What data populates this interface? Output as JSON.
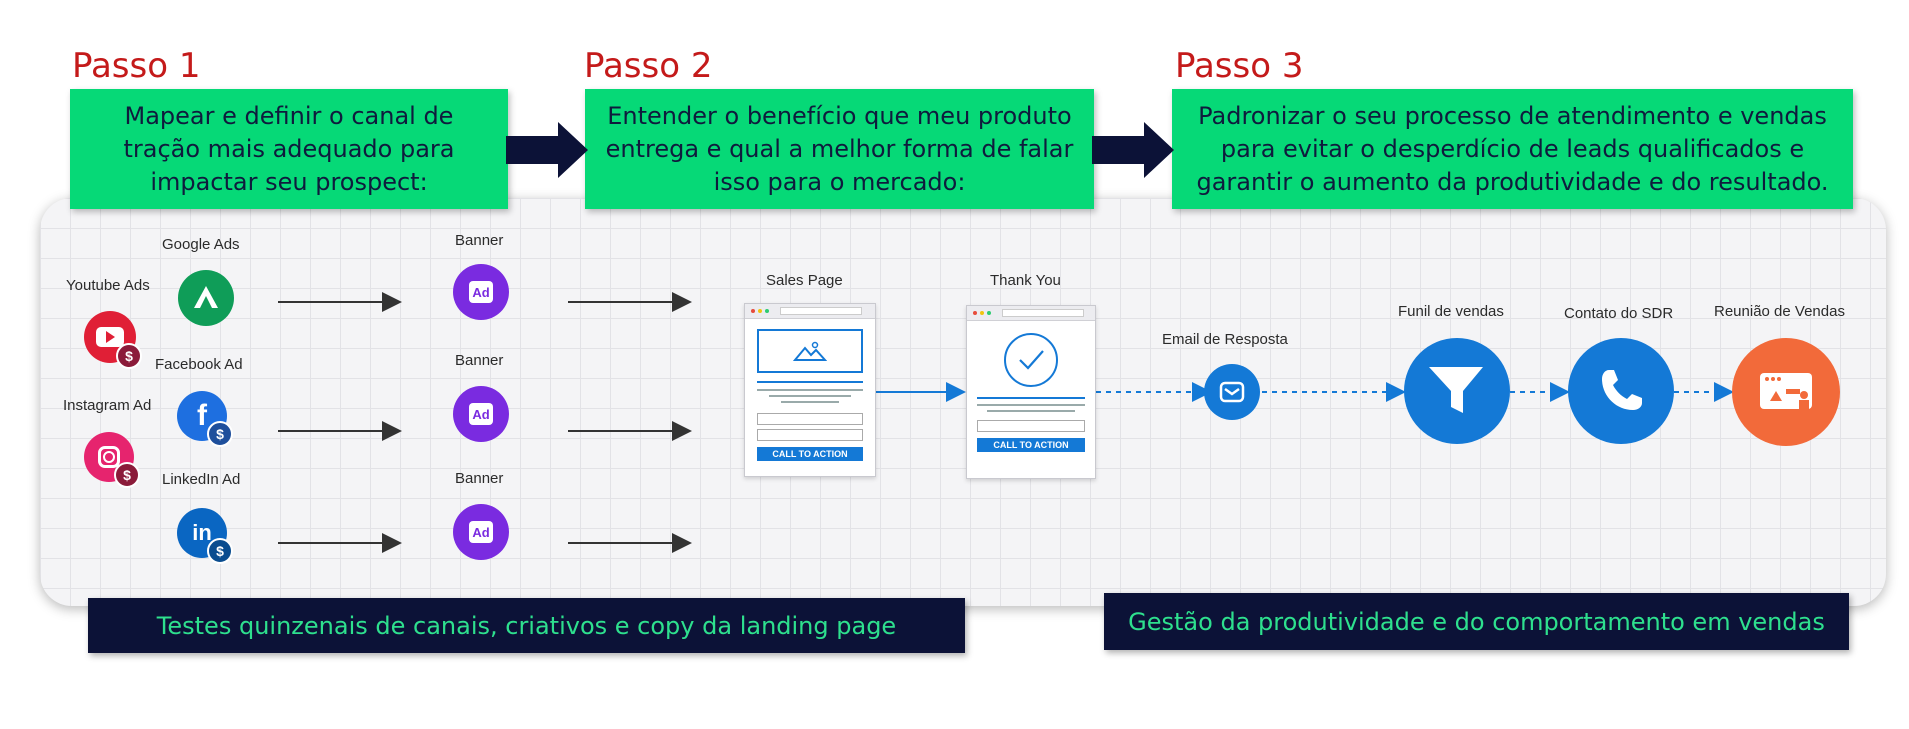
{
  "steps": [
    {
      "label": "Passo 1",
      "text_lines": [
        "Mapear e definir o canal de",
        "tração mais adequado para",
        "impactar seu prospect:"
      ]
    },
    {
      "label": "Passo 2",
      "text_lines": [
        "Entender o benefício que meu produto",
        "entrega e qual a melhor forma de falar",
        "isso para o mercado:"
      ]
    },
    {
      "label": "Passo 3",
      "text_lines": [
        "Padronizar o seu processo de atendimento e vendas",
        "para evitar o desperdício de leads qualificados e",
        "garantir o aumento da produtividade e do resultado."
      ]
    }
  ],
  "channels": {
    "youtube": "Youtube Ads",
    "google": "Google Ads",
    "facebook": "Facebook Ad",
    "instagram": "Instagram Ad",
    "linkedin": "LinkedIn Ad",
    "dollar": "$"
  },
  "banners": [
    "Banner",
    "Banner",
    "Banner"
  ],
  "ad_badge": "Ad",
  "pages": {
    "sales": {
      "title": "Sales Page",
      "cta": "CALL TO ACTION"
    },
    "thankyou": {
      "title": "Thank You",
      "cta": "CALL TO ACTION"
    }
  },
  "funnel": {
    "email": "Email de Resposta",
    "funil": "Funil de vendas",
    "sdr": "Contato do SDR",
    "reuniao": "Reunião de Vendas"
  },
  "footer": {
    "left": "Testes quinzenais de canais, criativos e copy da landing page",
    "right": "Gestão da produtividade e do comportamento em vendas"
  },
  "colors": {
    "step_label": "#c41a1a",
    "green_box": "#06d977",
    "dark_box": "#0c1237",
    "dark_box_text": "#2ee08e",
    "arrow_navy": "#0c1237",
    "ad_purple": "#7a2be0",
    "blue": "#1479d6",
    "orange": "#f26a3a"
  }
}
